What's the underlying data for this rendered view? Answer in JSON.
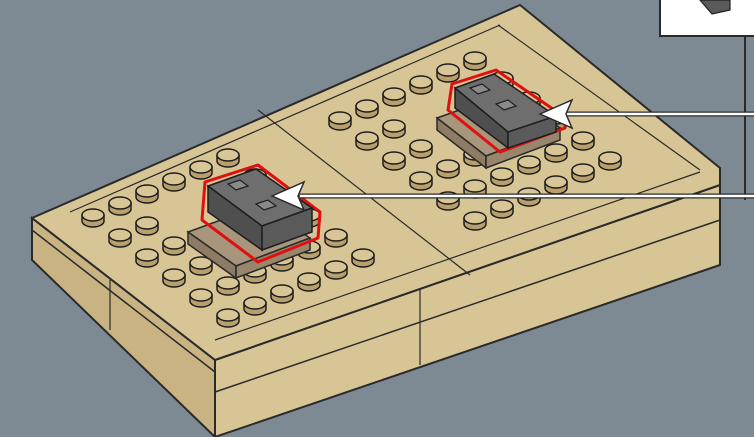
{
  "scene": {
    "background_color": "#7d8a94",
    "plate_color": "#d8c595",
    "plate_side_color": "#c9b382",
    "stud_top_color": "#d9c696",
    "stud_side_color": "#b89f6c",
    "brick_color": "#5a5a5a",
    "brick_top_color": "#6e6e6e",
    "tile_color": "#a8957c",
    "highlight_color": "#e01010",
    "callout_arrow_color": "#ffffff",
    "callout_box_color": "#ffffff"
  },
  "parts": [
    {
      "name": "grille-brick",
      "color": "dark-bluish-gray",
      "highlighted": true
    },
    {
      "name": "grille-brick",
      "color": "dark-bluish-gray",
      "highlighted": true
    }
  ],
  "callout": {
    "icon": "part-callout-box",
    "arrows": 2
  }
}
